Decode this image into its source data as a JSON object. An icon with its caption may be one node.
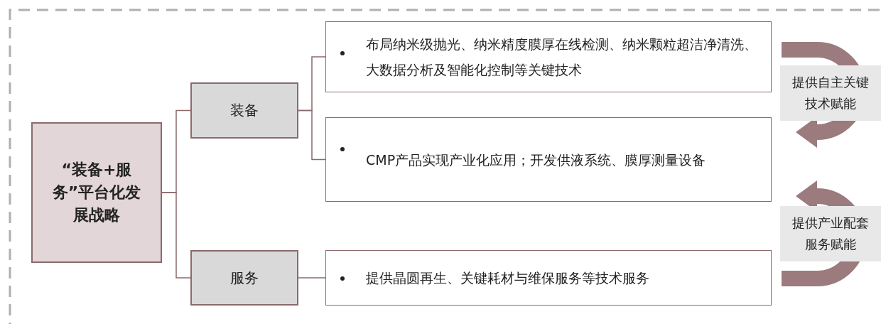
{
  "diagram": {
    "nodes": [
      {
        "text": [
          "“装备+服务”平台化发展战略"
        ]
      },
      {
        "text": [
          "装备"
        ]
      },
      {
        "text": [
          "服务"
        ]
      },
      {
        "text": [
          "布局纳米级抛光、纳米精度膜厚在线检测、纳米颗粒超洁净清洗、大数据分析及智能化控制等关键技术"
        ]
      },
      {
        "text": [
          "CMP产品实现产业化应用；开发供液系统、膜厚测量设备"
        ]
      },
      {
        "text": [
          "提供晶圆再生、关键耗材与维保服务等技术服务"
        ]
      },
      {
        "text": [
          "提供自主关键技术赋能"
        ]
      },
      {
        "text": [
          "提供产业配套服务赋能"
        ]
      }
    ],
    "edges": [
      {
        "from": 0,
        "to": 1,
        "arrow": "none"
      },
      {
        "from": 0,
        "to": 2,
        "arrow": "none"
      },
      {
        "from": 1,
        "to": 3,
        "arrow": "none"
      },
      {
        "from": 1,
        "to": 4,
        "arrow": "none"
      },
      {
        "from": 2,
        "to": 5,
        "arrow": "none"
      }
    ]
  }
}
